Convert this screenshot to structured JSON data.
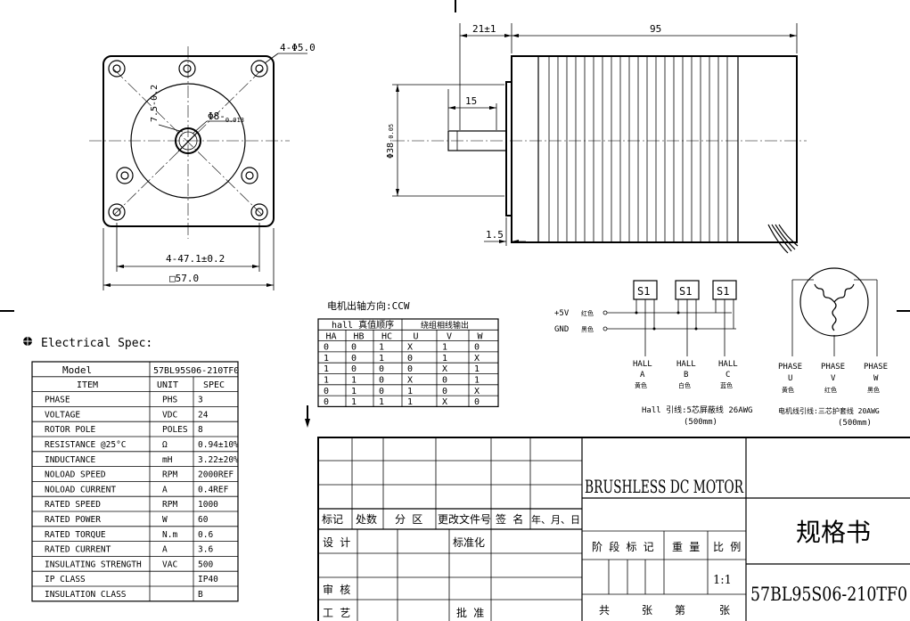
{
  "front_view": {
    "holes_label": "4-Φ5.0",
    "bolt_circle_label": "4-47.1±0.2",
    "square_label": "□57.0",
    "shaft_label_main": "Φ8-",
    "shaft_label_tol": "0.013",
    "shaft_label_zero": "0",
    "flat_label": "7.5-0.2"
  },
  "side_view": {
    "dim_boss": "21±1",
    "dim_body": "95",
    "dim_shaft": "15",
    "dim_flange": "1.5",
    "dim_diameter": "Φ38",
    "dim_diameter_tol": "-0.05"
  },
  "electrical": {
    "heading": "Electrical Spec:",
    "model_label": "Model",
    "model_value": "57BL95S06-210TF0",
    "columns": [
      "ITEM",
      "UNIT",
      "SPEC"
    ],
    "rows": [
      [
        "PHASE",
        "PHS",
        "3"
      ],
      [
        "VOLTAGE",
        "VDC",
        "24"
      ],
      [
        "ROTOR POLE",
        "POLES",
        "8"
      ],
      [
        "RESISTANCE @25°C",
        "Ω",
        "0.94±10%"
      ],
      [
        "INDUCTANCE",
        "mH",
        "3.22±20%"
      ],
      [
        "NOLOAD SPEED",
        "RPM",
        "2000REF"
      ],
      [
        "NOLOAD CURRENT",
        "A",
        "0.4REF"
      ],
      [
        "RATED SPEED",
        "RPM",
        "1000"
      ],
      [
        "RATED POWER",
        "W",
        "60"
      ],
      [
        "RATED TORQUE",
        "N.m",
        "0.6"
      ],
      [
        "RATED CURRENT",
        "A",
        "3.6"
      ],
      [
        "INSULATING STRENGTH",
        "VAC",
        "500"
      ],
      [
        "IP CLASS",
        "",
        "IP40"
      ],
      [
        "INSULATION CLASS",
        "",
        "B"
      ]
    ]
  },
  "sequence": {
    "direction_label": "电机出轴方向:CCW",
    "hall_header": "hall 真值顺序",
    "winding_header": "绕组相线输出",
    "columns": [
      "HA",
      "HB",
      "HC",
      "U",
      "V",
      "W"
    ],
    "rows": [
      [
        "0",
        "0",
        "1",
        "X",
        "1",
        "0"
      ],
      [
        "1",
        "0",
        "1",
        "0",
        "1",
        "X"
      ],
      [
        "1",
        "0",
        "0",
        "0",
        "X",
        "1"
      ],
      [
        "1",
        "1",
        "0",
        "X",
        "0",
        "1"
      ],
      [
        "0",
        "1",
        "0",
        "1",
        "0",
        "X"
      ],
      [
        "0",
        "1",
        "1",
        "1",
        "X",
        "0"
      ]
    ]
  },
  "hall_wiring": {
    "supply_plus": "+5V",
    "supply_plus_color": "红色",
    "supply_gnd": "GND",
    "supply_gnd_color": "黑色",
    "sensor_label": "S1",
    "sensors": [
      {
        "name": "HALL",
        "letter": "A",
        "color": "黄色"
      },
      {
        "name": "HALL",
        "letter": "B",
        "color": "白色"
      },
      {
        "name": "HALL",
        "letter": "C",
        "color": "蓝色"
      }
    ],
    "cable_prefix": "Hall 引线:",
    "cable_spec": "5芯屏蔽线 26AWG",
    "cable_length": "(500mm)"
  },
  "phase_wiring": {
    "phases": [
      {
        "name": "PHASE",
        "letter": "U",
        "color": "黄色"
      },
      {
        "name": "PHASE",
        "letter": "V",
        "color": "红色"
      },
      {
        "name": "PHASE",
        "letter": "W",
        "color": "黑色"
      }
    ],
    "cable_prefix": "电机线引线:",
    "cable_spec": "三芯护套线 20AWG",
    "cable_length": "(500mm)"
  },
  "title_block": {
    "product_title": "BRUSHLESS DC MOTOR",
    "doc_type": "规格书",
    "part_number": "57BL95S06-210TF0",
    "scale": "1:1",
    "rev_headers": [
      "标记",
      "处数",
      "分 区",
      "更改文件号",
      "签 名",
      "年、月、日"
    ],
    "design": "设 计",
    "standardize": "标准化",
    "review": "审 核",
    "process": "工 艺",
    "approve": "批 准",
    "stage_mark": "阶 段 标 记",
    "weight": "重 量",
    "ratio": "比 例",
    "total": "共",
    "sheet": "张",
    "page": "第",
    "sheet2": "张"
  }
}
